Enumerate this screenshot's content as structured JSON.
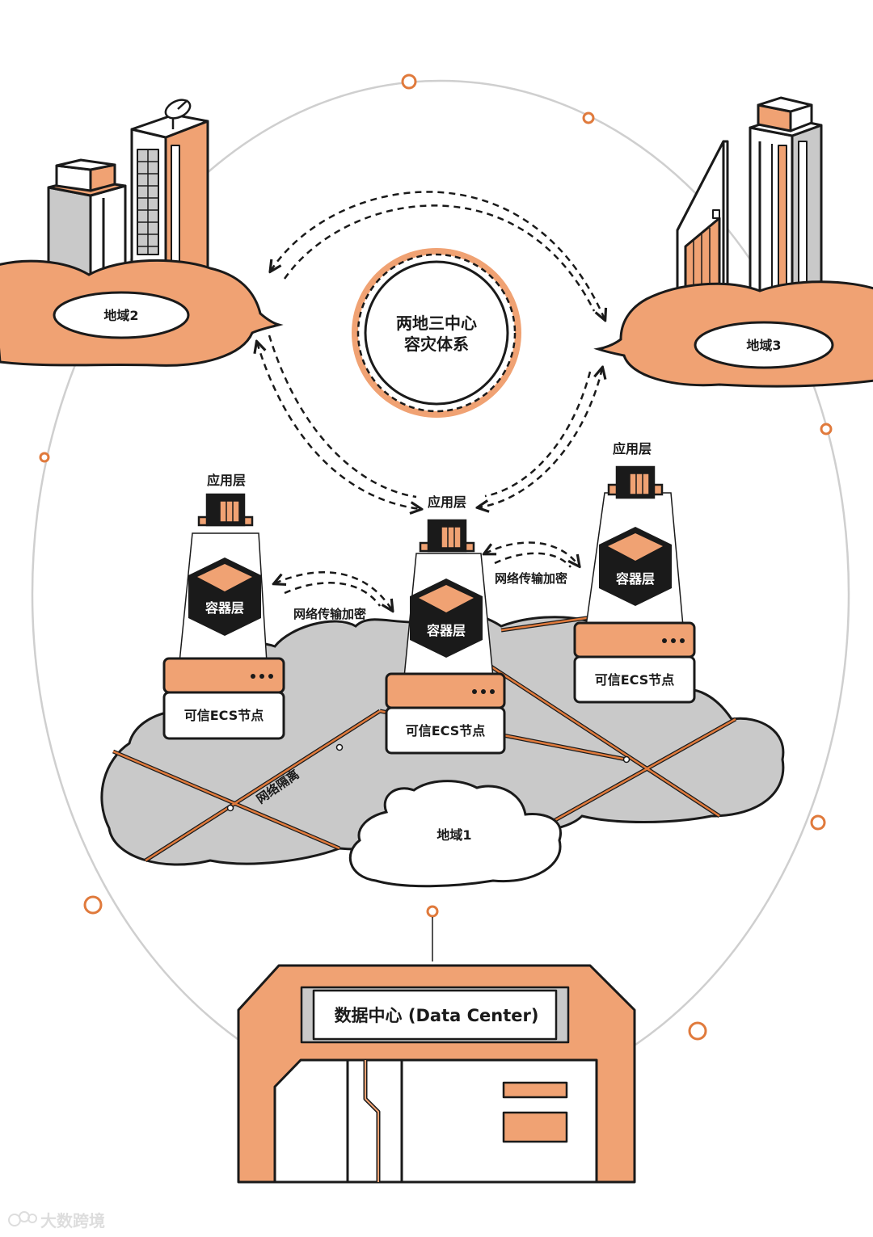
{
  "colors": {
    "accent": "#F0A273",
    "accent_dark": "#E07A3C",
    "ink": "#1A1A1A",
    "cloud_gray": "#C9C9C9",
    "building_gray": "#BDBDBD",
    "orbit": "#CFCFCF"
  },
  "center": {
    "line1": "两地三中心",
    "line2": "容灾体系"
  },
  "regions": {
    "region1": "地域1",
    "region2": "地域2",
    "region3": "地域3"
  },
  "stacks": {
    "left": {
      "app_label": "应用层",
      "container_label": "容器层",
      "node_label": "可信ECS节点"
    },
    "middle": {
      "app_label": "应用层",
      "container_label": "容器层",
      "node_label": "可信ECS节点"
    },
    "right": {
      "app_label": "应用层",
      "container_label": "容器层",
      "node_label": "可信ECS节点"
    }
  },
  "links": {
    "left_mid": "网络传输加密",
    "mid_right": "网络传输加密"
  },
  "isolation_label": "网络隔离",
  "datacenter_label": "数据中心 (Data Center)",
  "watermark": "大数跨境",
  "icons": [
    "app-box-icon",
    "container-cube-icon",
    "server-dots-icon",
    "satellite-dish-icon"
  ]
}
